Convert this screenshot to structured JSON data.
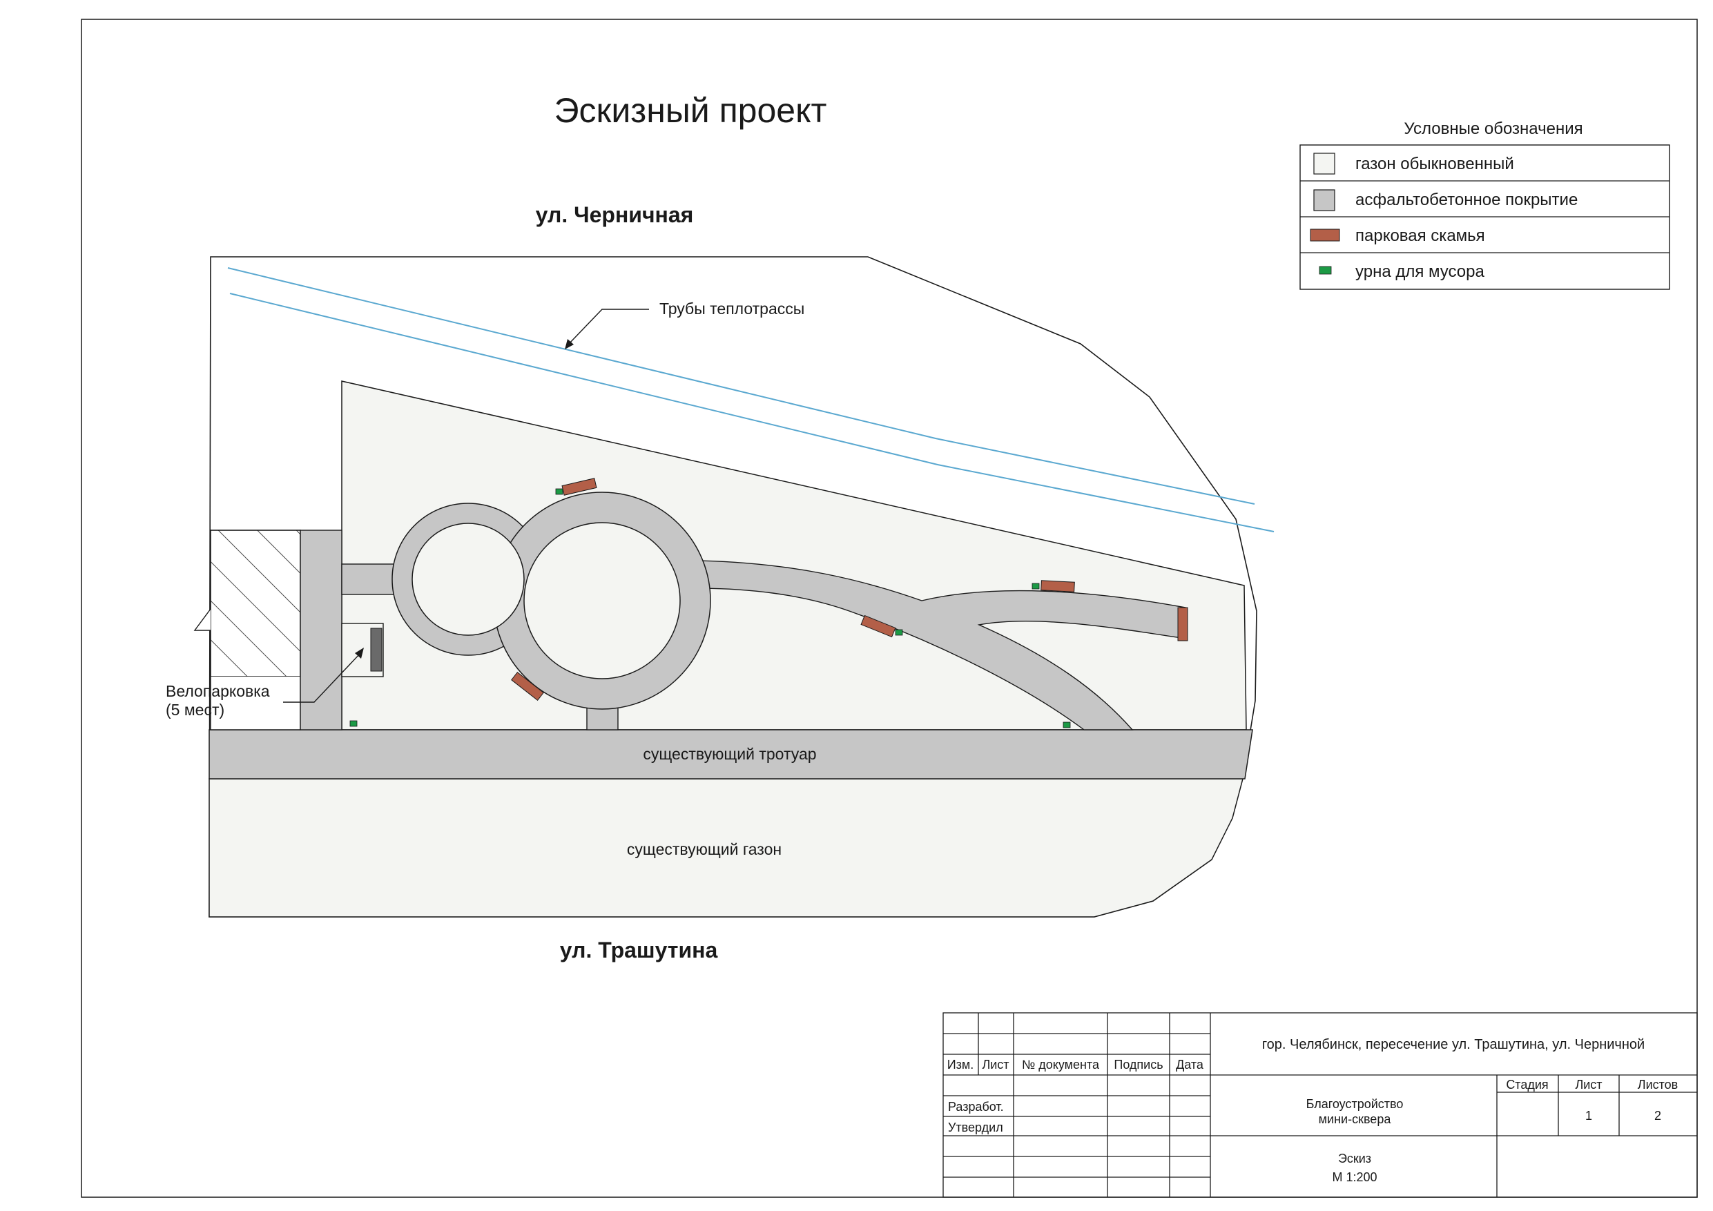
{
  "title": "Эскизный проект",
  "streets": {
    "north": "ул. Черничная",
    "south": "ул. Трашутина"
  },
  "callouts": {
    "pipes": "Трубы теплотрассы",
    "bike_parking_line1": "Велопарковка",
    "bike_parking_line2": "(5 мест)"
  },
  "plan_labels": {
    "sidewalk": "существующий тротуар",
    "lawn": "существующий газон"
  },
  "legend": {
    "title": "Условные обозначения",
    "items": [
      {
        "label": "газон обыкновенный",
        "icon": "lawn-swatch",
        "color": "#f4f5f2"
      },
      {
        "label": "асфальтобетонное покрытие",
        "icon": "asphalt-swatch",
        "color": "#c6c6c6"
      },
      {
        "label": "парковая скамья",
        "icon": "bench-swatch",
        "color": "#b35f48"
      },
      {
        "label": "урна для мусора",
        "icon": "bin-swatch",
        "color": "#1c9a45"
      }
    ]
  },
  "stamp": {
    "headers": [
      "Изм.",
      "Лист",
      "№ документа",
      "Подпись",
      "Дата"
    ],
    "roles": [
      "Разработ.",
      "Утвердил"
    ],
    "address": "гор. Челябинск, пересечение ул. Трашутина, ул. Черничной",
    "project_line1": "Благоустройство",
    "project_line2": "мини-сквера",
    "stage_label": "Стадия",
    "sheet_label": "Лист",
    "sheets_label": "Листов",
    "sheet_value": "1",
    "sheets_value": "2",
    "drawing_line1": "Эскиз",
    "drawing_line2": "М 1:200"
  },
  "colors": {
    "lawn": "#f4f5f2",
    "asphalt": "#c6c6c6",
    "bench": "#b35f48",
    "bin": "#1c9a45",
    "pipe": "#5aa8d0",
    "line": "#1a1a1a"
  }
}
